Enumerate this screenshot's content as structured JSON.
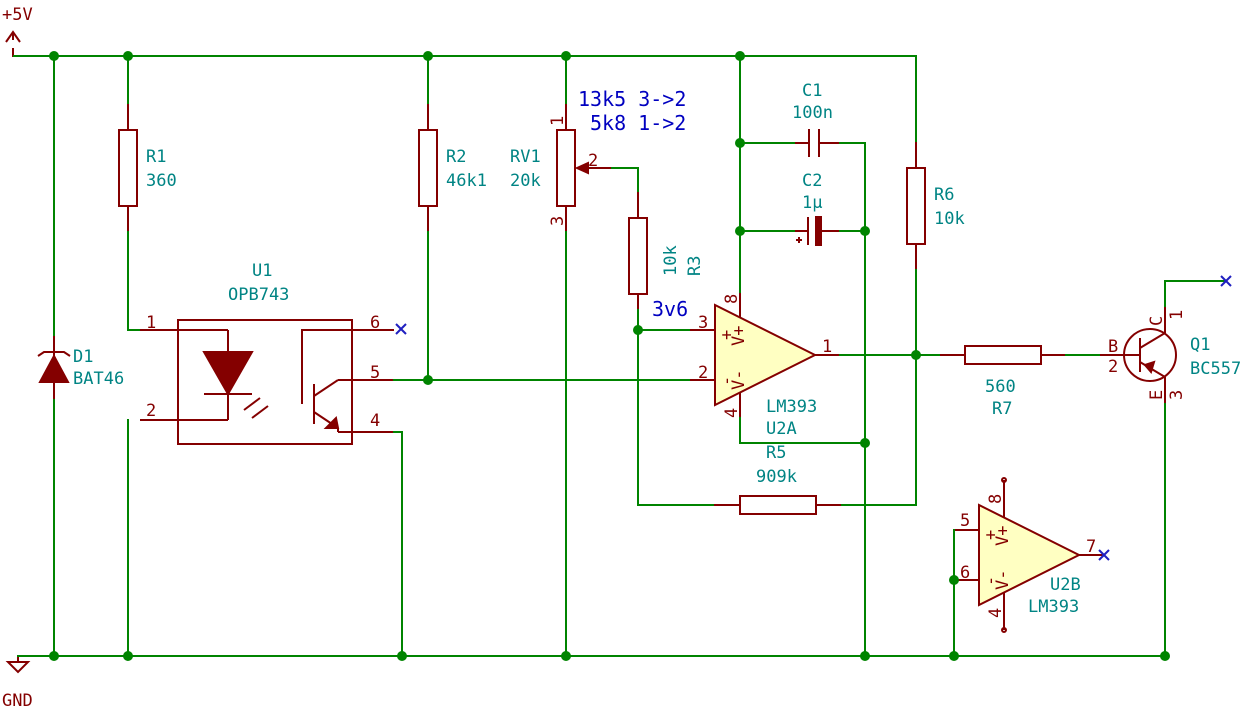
{
  "power": {
    "vcc": "+5V",
    "gnd": "GND"
  },
  "D1": {
    "ref": "D1",
    "value": "BAT46"
  },
  "R1": {
    "ref": "R1",
    "value": "360"
  },
  "R2": {
    "ref": "R2",
    "value": "46k1"
  },
  "RV1": {
    "ref": "RV1",
    "value": "20k",
    "pin1": "1",
    "pin2": "2",
    "pin3": "3"
  },
  "note": {
    "line1": "13k5 3->2",
    "line2": "5k8 1->2"
  },
  "R3": {
    "ref": "R3",
    "value": "10k"
  },
  "node_label": "3v6",
  "U1": {
    "ref": "U1",
    "value": "OPB743",
    "pin1": "1",
    "pin2": "2",
    "pin4": "4",
    "pin5": "5",
    "pin6": "6"
  },
  "C1": {
    "ref": "C1",
    "value": "100n"
  },
  "C2": {
    "ref": "C2",
    "value": "1µ"
  },
  "R6": {
    "ref": "R6",
    "value": "10k"
  },
  "U2A": {
    "ref": "U2A",
    "value": "LM393",
    "pin1": "1",
    "pin2": "2",
    "pin3": "3",
    "pin4": "4",
    "pin8": "8",
    "vplus": "V+",
    "vminus": "V-",
    "plus": "+",
    "minus": "-"
  },
  "R5": {
    "ref": "R5",
    "value": "909k"
  },
  "R7": {
    "ref": "R7",
    "value": "560"
  },
  "Q1": {
    "ref": "Q1",
    "value": "BC557",
    "pin1": "1",
    "pin2": "2",
    "pin3": "3",
    "b": "B",
    "c": "C",
    "e": "E"
  },
  "U2B": {
    "ref": "U2B",
    "value": "LM393",
    "pin4": "4",
    "pin5": "5",
    "pin6": "6",
    "pin7": "7",
    "pin8": "8",
    "vplus": "V+",
    "vminus": "V-",
    "plus": "+",
    "minus": "-"
  }
}
